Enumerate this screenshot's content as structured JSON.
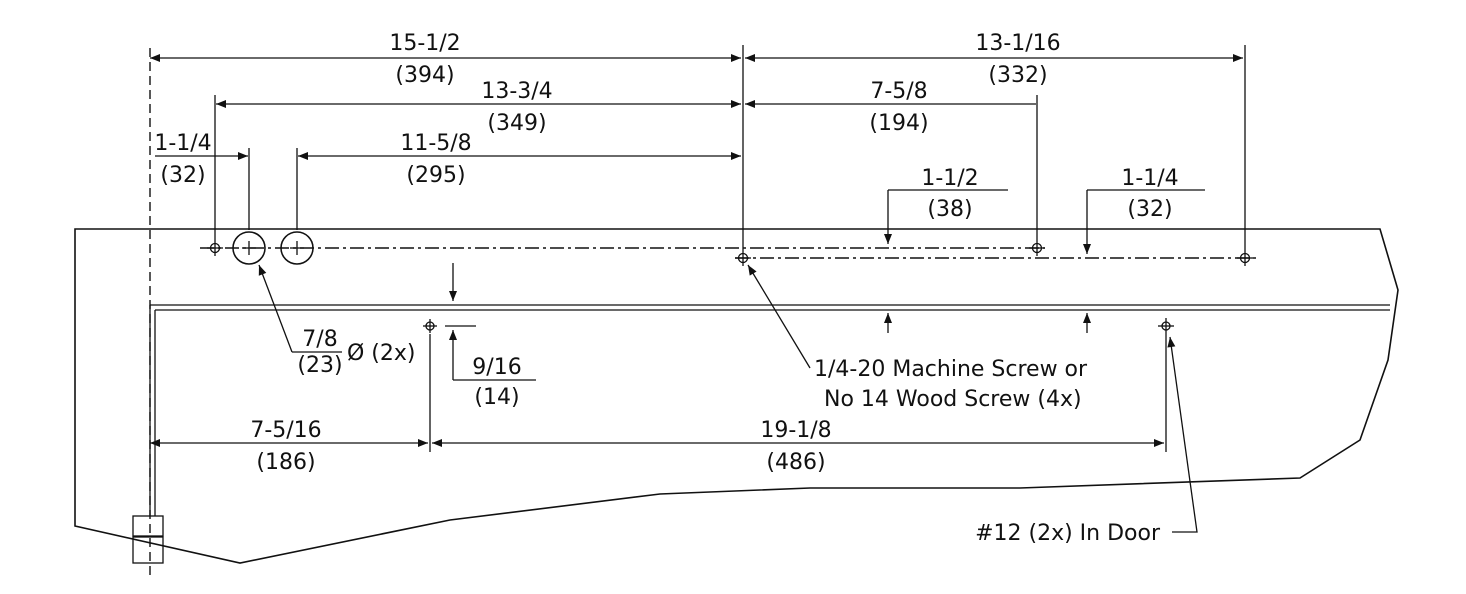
{
  "dims": {
    "d1": {
      "frac": "15-1/2",
      "mm": "(394)"
    },
    "d2": {
      "frac": "13-1/16",
      "mm": "(332)"
    },
    "d3": {
      "frac": "13-3/4",
      "mm": "(349)"
    },
    "d4": {
      "frac": "7-5/8",
      "mm": "(194)"
    },
    "d5": {
      "frac": "1-1/4",
      "mm": "(32)"
    },
    "d6": {
      "frac": "11-5/8",
      "mm": "(295)"
    },
    "d7": {
      "frac": "1-1/2",
      "mm": "(38)"
    },
    "d8": {
      "frac": "1-1/4",
      "mm": "(32)"
    },
    "d9": {
      "frac": "7/8",
      "mm": "(23)",
      "suffix": "Ø (2x)"
    },
    "d10": {
      "frac": "9/16",
      "mm": "(14)"
    },
    "d11": {
      "frac": "7-5/16",
      "mm": "(186)"
    },
    "d12": {
      "frac": "19-1/8",
      "mm": "(486)"
    }
  },
  "notes": {
    "screw_line1": "1/4-20 Machine Screw or",
    "screw_line2": "No 14 Wood Screw (4x)",
    "door": "#12 (2x) In Door"
  }
}
